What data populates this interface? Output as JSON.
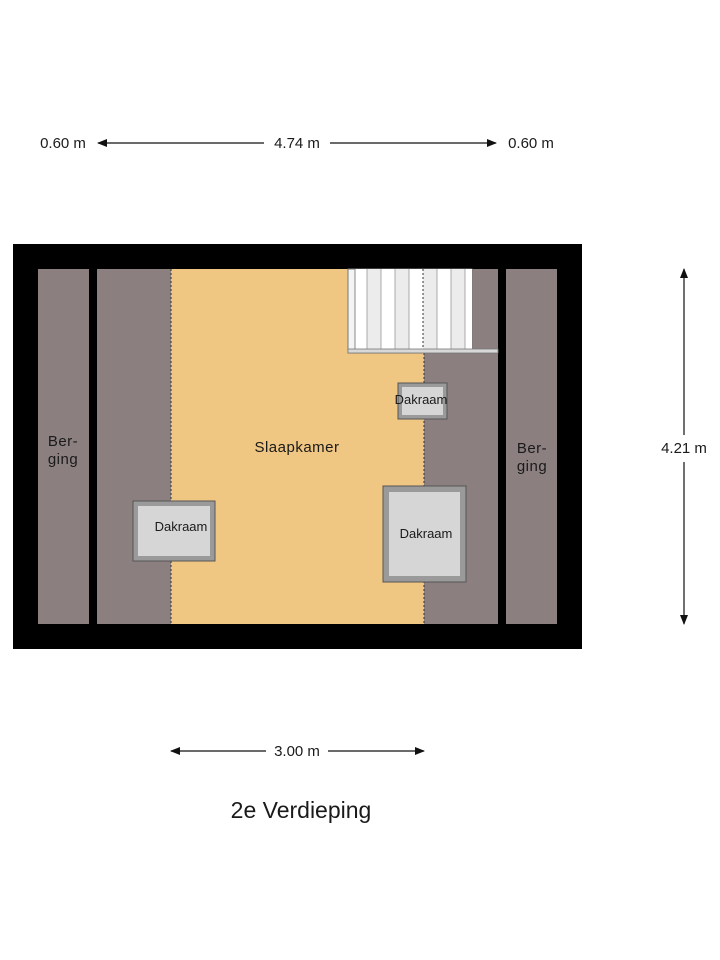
{
  "plan": {
    "title": "2e Verdieping",
    "dimensions": {
      "top_left": "0.60 m",
      "top_center": "4.74 m",
      "top_right": "0.60 m",
      "right_height": "4.21 m",
      "bottom_width": "3.00 m"
    },
    "rooms": {
      "main": "Slaapkamer",
      "storage_left_line1": "Ber-",
      "storage_left_line2": "ging",
      "storage_right_line1": "Ber-",
      "storage_right_line2": "ging"
    },
    "skylights": {
      "small": "Dakraam",
      "left": "Dakraam",
      "right": "Dakraam"
    }
  },
  "colors": {
    "wall": "#000000",
    "storage": "#8b7f80",
    "bedroom": "#efc682",
    "skylight_frame": "#9a9a9a",
    "skylight_glass": "#d6d6d6",
    "stairs": "#f4f4f4"
  }
}
